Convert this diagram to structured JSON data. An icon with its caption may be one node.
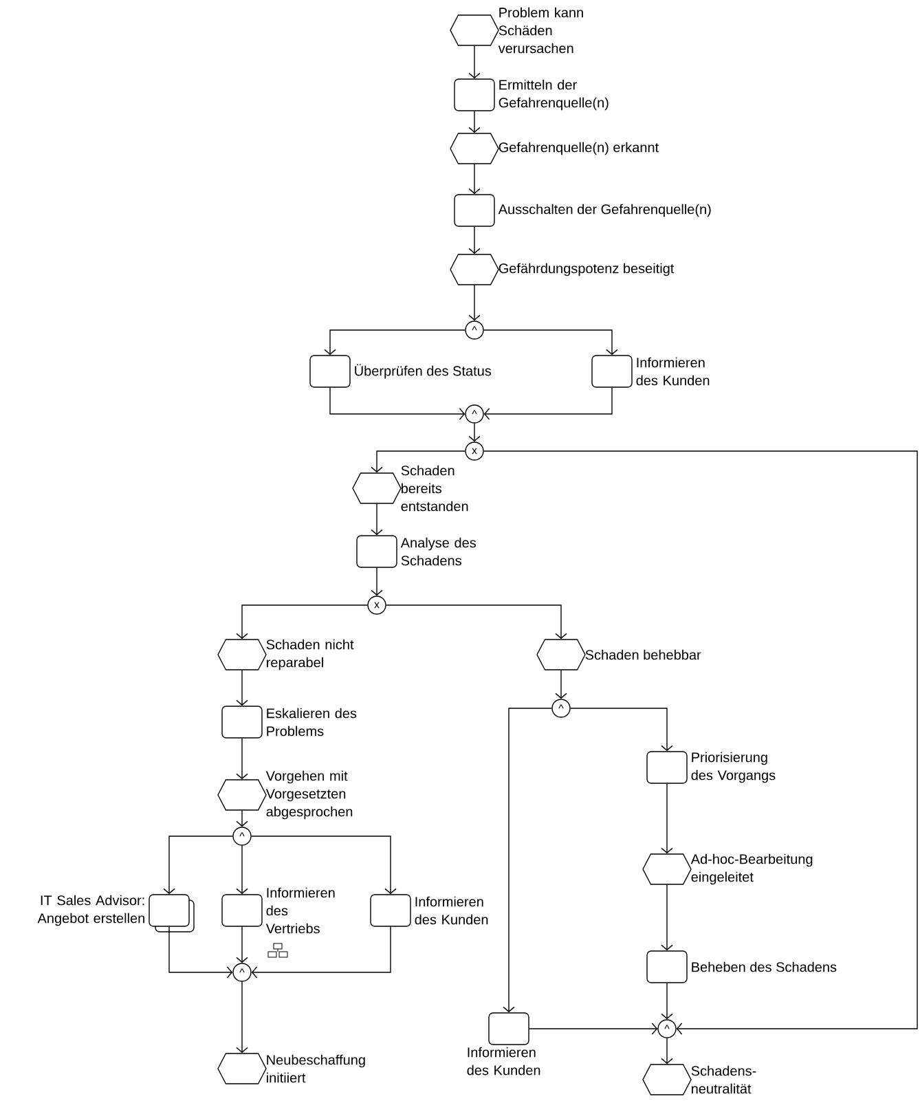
{
  "diagram": {
    "nodes": [
      {
        "text": [
          "Problem kann Schäden verursachen"
        ]
      },
      {
        "text": [
          "Ermitteln der Gefahrenquelle(n)"
        ]
      },
      {
        "text": [
          "Gefahrenquelle(n) erkannt"
        ]
      },
      {
        "text": [
          "Ausschalten der Gefahrenquelle(n)"
        ]
      },
      {
        "text": [
          "Gefährdungspotenz beseitigt"
        ]
      },
      {
        "text": [
          "^"
        ]
      },
      {
        "text": [
          "Überprüfen des Status"
        ]
      },
      {
        "text": [
          "Informieren des Kunden"
        ]
      },
      {
        "text": [
          "^"
        ]
      },
      {
        "text": [
          "x"
        ]
      },
      {
        "text": [
          "Schaden bereits entstanden"
        ]
      },
      {
        "text": [
          "Analyse des Schadens"
        ]
      },
      {
        "text": [
          "x"
        ]
      },
      {
        "text": [
          "Schaden nicht reparabel"
        ]
      },
      {
        "text": [
          "Eskalieren des Problems"
        ]
      },
      {
        "text": [
          "Vorgehen mit Vorgesetzten abgesprochen"
        ]
      },
      {
        "text": [
          "^"
        ]
      },
      {
        "text": [
          "IT Sales Advisor: Angebot erstellen"
        ]
      },
      {
        "text": [
          "Informieren des Vertriebs"
        ]
      },
      {
        "text": [
          "Informieren des Kunden"
        ]
      },
      {
        "text": [
          "^"
        ]
      },
      {
        "text": [
          "Neubeschaffung initiiert"
        ]
      },
      {
        "text": [
          "Schaden behebbar"
        ]
      },
      {
        "text": [
          "^"
        ]
      },
      {
        "text": [
          "Priorisierung des Vorgangs"
        ]
      },
      {
        "text": [
          "Ad-hoc-Bearbeitung eingeleitet"
        ]
      },
      {
        "text": [
          "Beheben des Schadens"
        ]
      },
      {
        "text": [
          "Informieren des Kunden"
        ]
      },
      {
        "text": [
          "^"
        ]
      },
      {
        "text": [
          "Schadens- neutralität"
        ]
      }
    ],
    "edges": [
      {
        "from": 0,
        "to": 1,
        "arrow": "to"
      },
      {
        "from": 1,
        "to": 2,
        "arrow": "to"
      },
      {
        "from": 2,
        "to": 3,
        "arrow": "to"
      },
      {
        "from": 3,
        "to": 4,
        "arrow": "to"
      },
      {
        "from": 4,
        "to": 5,
        "arrow": "to"
      },
      {
        "from": 5,
        "to": 6,
        "arrow": "to"
      },
      {
        "from": 5,
        "to": 7,
        "arrow": "to"
      },
      {
        "from": 6,
        "to": 8,
        "arrow": "to"
      },
      {
        "from": 7,
        "to": 8,
        "arrow": "to"
      },
      {
        "from": 8,
        "to": 9,
        "arrow": "to"
      },
      {
        "from": 9,
        "to": 10,
        "arrow": "to"
      },
      {
        "from": 9,
        "to": 28,
        "arrow": "to"
      },
      {
        "from": 10,
        "to": 11,
        "arrow": "to"
      },
      {
        "from": 11,
        "to": 12,
        "arrow": "to"
      },
      {
        "from": 12,
        "to": 13,
        "arrow": "to"
      },
      {
        "from": 12,
        "to": 22,
        "arrow": "to"
      },
      {
        "from": 13,
        "to": 14,
        "arrow": "to"
      },
      {
        "from": 14,
        "to": 15,
        "arrow": "to"
      },
      {
        "from": 15,
        "to": 16,
        "arrow": "to"
      },
      {
        "from": 16,
        "to": 17,
        "arrow": "to"
      },
      {
        "from": 16,
        "to": 18,
        "arrow": "to"
      },
      {
        "from": 16,
        "to": 19,
        "arrow": "to"
      },
      {
        "from": 17,
        "to": 20,
        "arrow": "to"
      },
      {
        "from": 18,
        "to": 20,
        "arrow": "to"
      },
      {
        "from": 19,
        "to": 20,
        "arrow": "to"
      },
      {
        "from": 20,
        "to": 21,
        "arrow": "to"
      },
      {
        "from": 22,
        "to": 23,
        "arrow": "to"
      },
      {
        "from": 23,
        "to": 27,
        "arrow": "to"
      },
      {
        "from": 23,
        "to": 24,
        "arrow": "to"
      },
      {
        "from": 24,
        "to": 25,
        "arrow": "to"
      },
      {
        "from": 25,
        "to": 26,
        "arrow": "to"
      },
      {
        "from": 26,
        "to": 28,
        "arrow": "to"
      },
      {
        "from": 27,
        "to": 28,
        "arrow": "to"
      },
      {
        "from": 28,
        "to": 29,
        "arrow": "to"
      }
    ]
  }
}
